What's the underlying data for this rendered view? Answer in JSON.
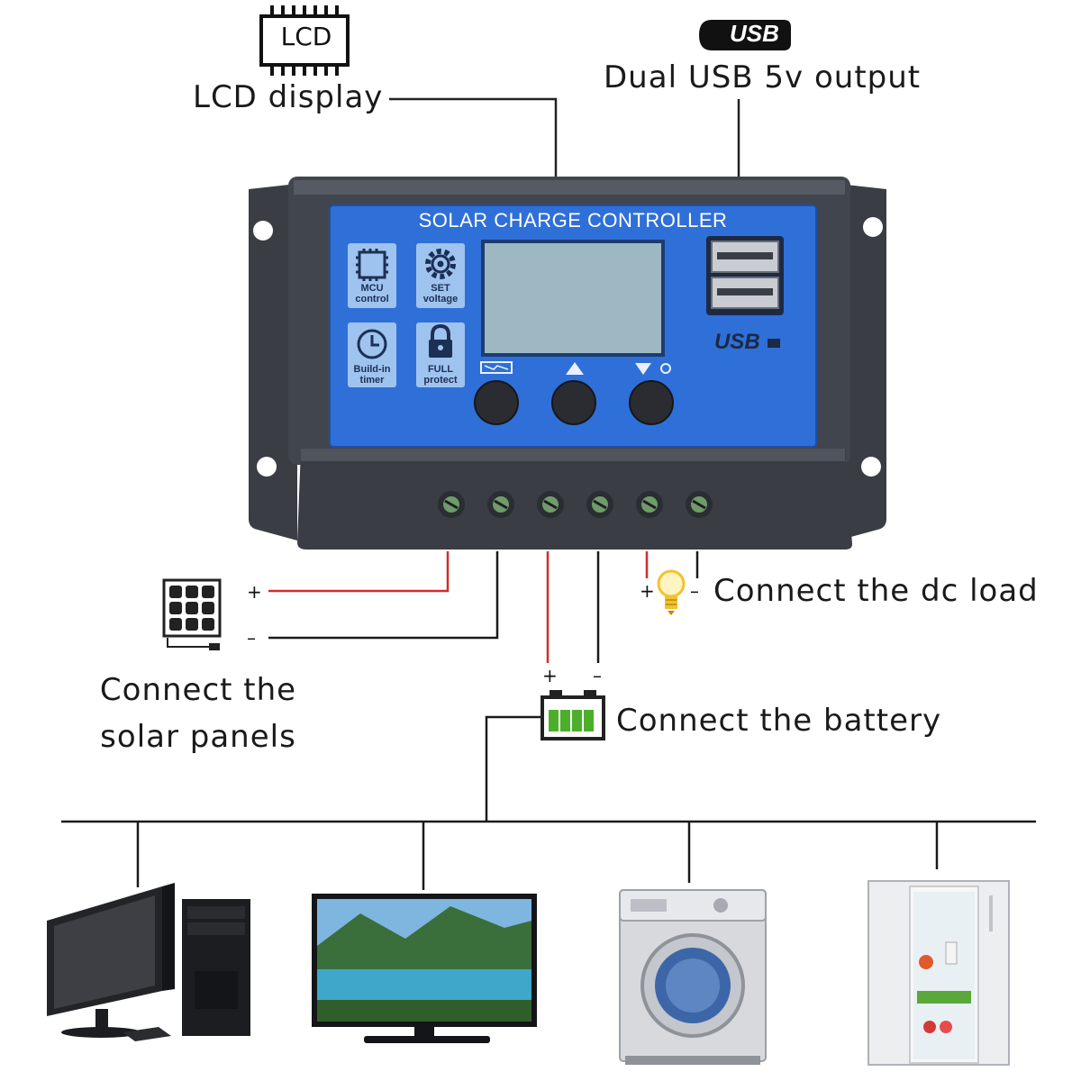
{
  "callouts": {
    "lcd_icon_text": "LCD",
    "lcd_display": "LCD display",
    "usb_icon_text": "USB",
    "usb_output": "Dual USB 5v output",
    "dc_load": "Connect the dc load",
    "solar_line1": "Connect  the",
    "solar_line2": "solar panels",
    "battery": "Connect the battery"
  },
  "polarity": {
    "plus": "+",
    "minus": "–"
  },
  "controller": {
    "title": "SOLAR CHARGE CONTROLLER",
    "features": [
      {
        "icon": "chip-icon",
        "line1": "MCU",
        "line2": "control"
      },
      {
        "icon": "gear-icon",
        "line1": "SET",
        "line2": "voltage"
      },
      {
        "icon": "clock-icon",
        "line1": "Build-in",
        "line2": "timer"
      },
      {
        "icon": "lock-icon",
        "line1": "FULL",
        "line2": "protect"
      }
    ],
    "usb_logo": "USB",
    "buttons": [
      "menu-button",
      "up-button",
      "down-load-button"
    ]
  },
  "appliances": [
    "desktop-computer",
    "television",
    "washing-machine",
    "refrigerator"
  ],
  "colors": {
    "panel_blue": "#2f6fd8",
    "housing": "#3b3f47",
    "positive_wire": "#d42b2b",
    "negative_wire": "#1a1a1a",
    "battery_cells": "#4caf2a",
    "bulb": "#f2c230"
  }
}
